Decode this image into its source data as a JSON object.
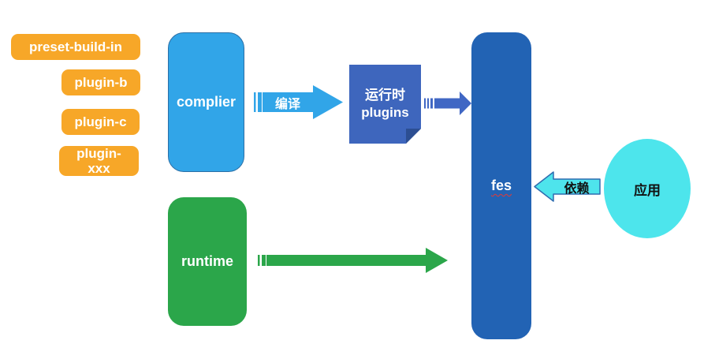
{
  "nodes": {
    "preset": {
      "label": "preset-build-in",
      "color": "#F7A728"
    },
    "plugin_b": {
      "label": "plugin-b",
      "color": "#F7A728"
    },
    "plugin_c": {
      "label": "plugin-c",
      "color": "#F7A728"
    },
    "plugin_xxx": {
      "label": "plugin-\nxxx",
      "color": "#F7A728"
    },
    "complier": {
      "label": "complier",
      "color": "#31A5E8"
    },
    "runtime": {
      "label": "runtime",
      "color": "#2BA64A"
    },
    "runtime_plugins": {
      "label": "运行时\nplugins",
      "color": "#3E66BD"
    },
    "fes": {
      "label": "fes",
      "color": "#2263B4"
    },
    "app": {
      "label": "应用",
      "color": "#4DE5EC"
    }
  },
  "arrows": {
    "compile": {
      "label": "编译",
      "color": "#31A5E8",
      "direction": "right",
      "from": "complier",
      "to": "runtime_plugins"
    },
    "plugins_to_fes": {
      "label": "",
      "color": "#4067C4",
      "direction": "right",
      "from": "runtime_plugins",
      "to": "fes"
    },
    "runtime_to_fes": {
      "label": "",
      "color": "#2BA64A",
      "direction": "right",
      "from": "runtime",
      "to": "fes"
    },
    "depend": {
      "label": "依赖",
      "color": "#4EE4EC",
      "direction": "left",
      "from": "app",
      "to": "fes"
    }
  }
}
